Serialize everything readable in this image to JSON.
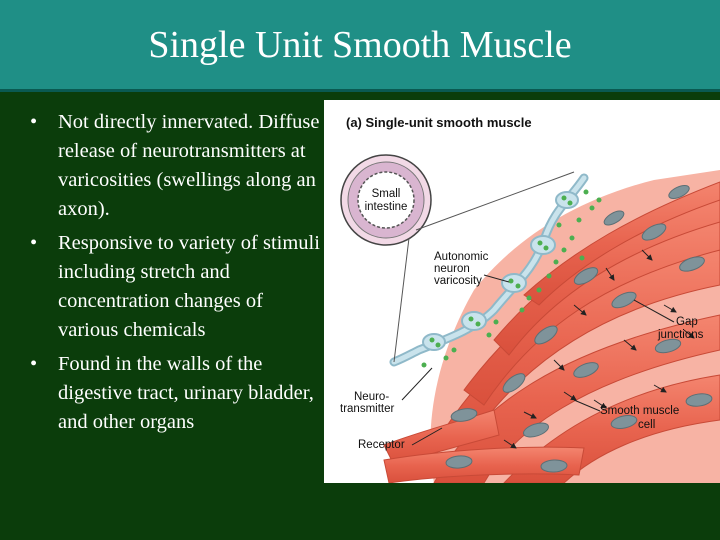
{
  "slide": {
    "title": "Single Unit Smooth Muscle",
    "bullets": [
      "Not directly innervated. Diffuse release of neurotransmitters at varicosities (swellings along an axon).",
      "Responsive to variety of stimuli including stretch and concentration changes of various chemicals",
      "Found in the walls of the digestive tract, urinary bladder, and other organs"
    ],
    "bullet_symbol": "•"
  },
  "figure": {
    "panel_title": "(a) Single-unit smooth muscle",
    "labels": {
      "organ_line1": "Small",
      "organ_line2": "intestine",
      "varicosity_line1": "Autonomic",
      "varicosity_line2": "neuron",
      "varicosity_line3": "varicosity",
      "gap_line1": "Gap",
      "gap_line2": "junctions",
      "neuro_line1": "Neuro-",
      "neuro_line2": "transmitter",
      "smooth_line1": "Smooth muscle",
      "smooth_line2": "cell",
      "receptor": "Receptor"
    }
  },
  "colors": {
    "background": "#0b3d0b",
    "title_bar": "#1f8f86",
    "text": "#ffffff",
    "muscle": "#e8644f",
    "nucleus": "#7f939a",
    "neuron": "#bcd7e2",
    "vesicle": "#4caf50"
  }
}
